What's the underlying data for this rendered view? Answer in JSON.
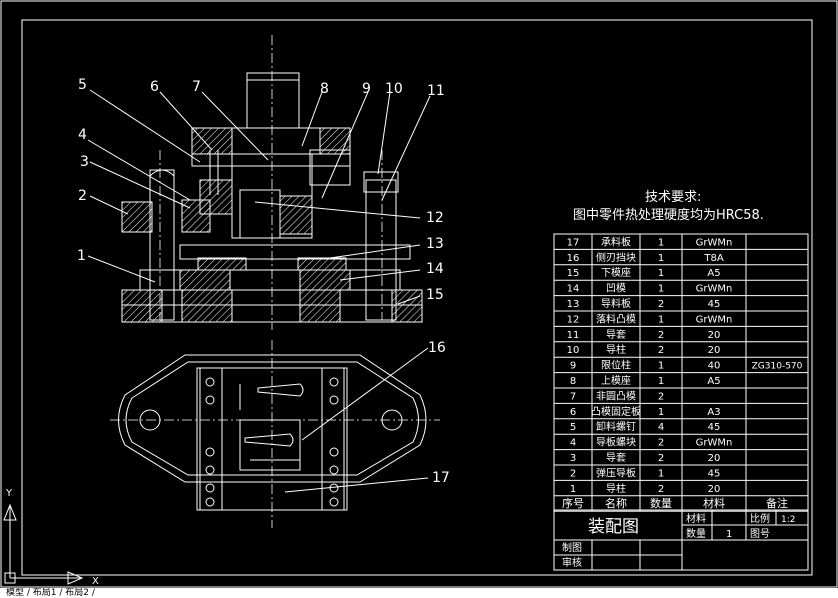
{
  "tech": {
    "heading": "技术要求:",
    "note": "图中零件热处理硬度均为HRC58."
  },
  "callouts": [
    "5",
    "6",
    "7",
    "8",
    "9",
    "10",
    "11",
    "4",
    "3",
    "2",
    "1",
    "12",
    "13",
    "14",
    "15",
    "16",
    "17"
  ],
  "bom": {
    "rows": [
      [
        "17",
        "承料板",
        "1",
        "GrWMn",
        ""
      ],
      [
        "16",
        "侧刃挡块",
        "1",
        "T8A",
        ""
      ],
      [
        "15",
        "下模座",
        "1",
        "A5",
        ""
      ],
      [
        "14",
        "凹模",
        "1",
        "GrWMn",
        ""
      ],
      [
        "13",
        "导料板",
        "2",
        "45",
        ""
      ],
      [
        "12",
        "落料凸模",
        "1",
        "GrWMn",
        ""
      ],
      [
        "11",
        "导套",
        "2",
        "20",
        ""
      ],
      [
        "10",
        "导柱",
        "2",
        "20",
        ""
      ],
      [
        "9",
        "限位柱",
        "1",
        "40",
        "ZG310-570"
      ],
      [
        "8",
        "上模座",
        "1",
        "A5",
        ""
      ],
      [
        "7",
        "非圆凸模",
        "2",
        "",
        ""
      ],
      [
        "6",
        "凸模固定板",
        "1",
        "A3",
        ""
      ],
      [
        "5",
        "卸料螺钉",
        "4",
        "45",
        ""
      ],
      [
        "4",
        "导板螺块",
        "2",
        "GrWMn",
        ""
      ],
      [
        "3",
        "导套",
        "2",
        "20",
        ""
      ],
      [
        "2",
        "弹压导板",
        "1",
        "45",
        ""
      ],
      [
        "1",
        "导柱",
        "2",
        "20",
        ""
      ]
    ],
    "header": [
      "序号",
      "名称",
      "数量",
      "材料",
      "备注"
    ]
  },
  "titleblock": {
    "name": "装配图",
    "material_label": "材料",
    "scale_label": "比例",
    "scale_value": "1:2",
    "qty_label": "数量",
    "qty_value": "1",
    "drawing_no_label": "图号",
    "drawn_label": "制图",
    "checked_label": "审核"
  },
  "axes": {
    "y": "Y",
    "x": "X"
  },
  "status": "模型 / 布局1 / 布局2 /"
}
